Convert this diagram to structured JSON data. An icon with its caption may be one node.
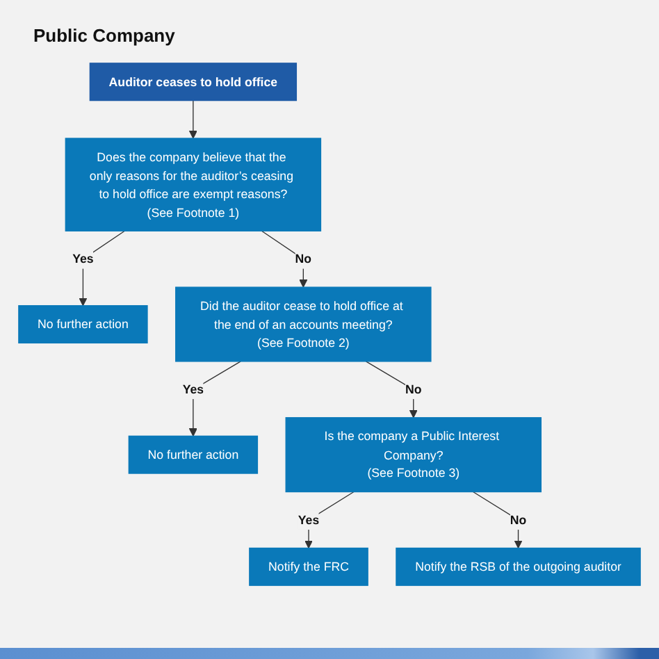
{
  "diagram": {
    "title": "Public Company",
    "nodes": [
      {
        "text": [
          "Auditor ceases to hold office"
        ]
      },
      {
        "text": [
          "Does the company believe that the only reasons for the auditor’s ceasing to hold office are exempt reasons?",
          "(See Footnote 1)"
        ]
      },
      {
        "text": [
          "No further action"
        ]
      },
      {
        "text": [
          "Did the auditor cease to hold office at the end of an accounts meeting?",
          "(See Footnote 2)"
        ]
      },
      {
        "text": [
          "No further action"
        ]
      },
      {
        "text": [
          "Is the company a Public Interest Company?",
          "(See Footnote 3)"
        ]
      },
      {
        "text": [
          "Notify the FRC"
        ]
      },
      {
        "text": [
          "Notify the RSB of the outgoing auditor"
        ]
      }
    ],
    "edges": [
      {
        "from": 0,
        "to": 1,
        "arrow": "to"
      },
      {
        "from": 1,
        "to": 2,
        "arrow": "to",
        "label": "Yes"
      },
      {
        "from": 1,
        "to": 3,
        "arrow": "to",
        "label": "No"
      },
      {
        "from": 3,
        "to": 4,
        "arrow": "to",
        "label": "Yes"
      },
      {
        "from": 3,
        "to": 5,
        "arrow": "to",
        "label": "No"
      },
      {
        "from": 5,
        "to": 6,
        "arrow": "to",
        "label": "Yes"
      },
      {
        "from": 5,
        "to": 7,
        "arrow": "to",
        "label": "No"
      }
    ]
  }
}
